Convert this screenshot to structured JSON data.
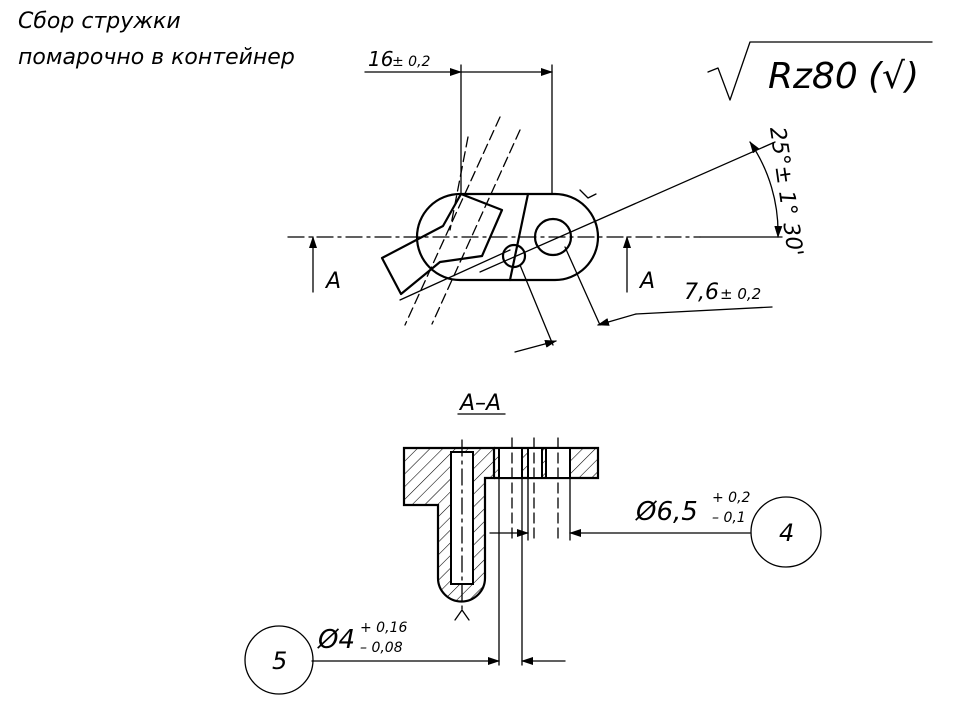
{
  "note": {
    "line1": "Сбор стружки",
    "line2": "помарочно в контейнер"
  },
  "roughness": {
    "value": "Rz80",
    "symbol": "(√)"
  },
  "dimensions": {
    "width": {
      "nominal": "16",
      "tol": "± 0,2"
    },
    "offset": {
      "nominal": "7,6",
      "tol": "± 0,2"
    },
    "angle": {
      "value": "25°± 1° 30'"
    },
    "hole_large": {
      "nominal": "Ø6,5",
      "tol_upper": "+ 0,2",
      "tol_lower": "– 0,1"
    },
    "hole_small": {
      "nominal": "Ø4",
      "tol_upper": "+ 0,16",
      "tol_lower": "– 0,08"
    }
  },
  "section": {
    "mark_left": "A",
    "mark_right": "A",
    "title": "A–A"
  },
  "callouts": {
    "large_hole": "4",
    "small_hole": "5"
  }
}
